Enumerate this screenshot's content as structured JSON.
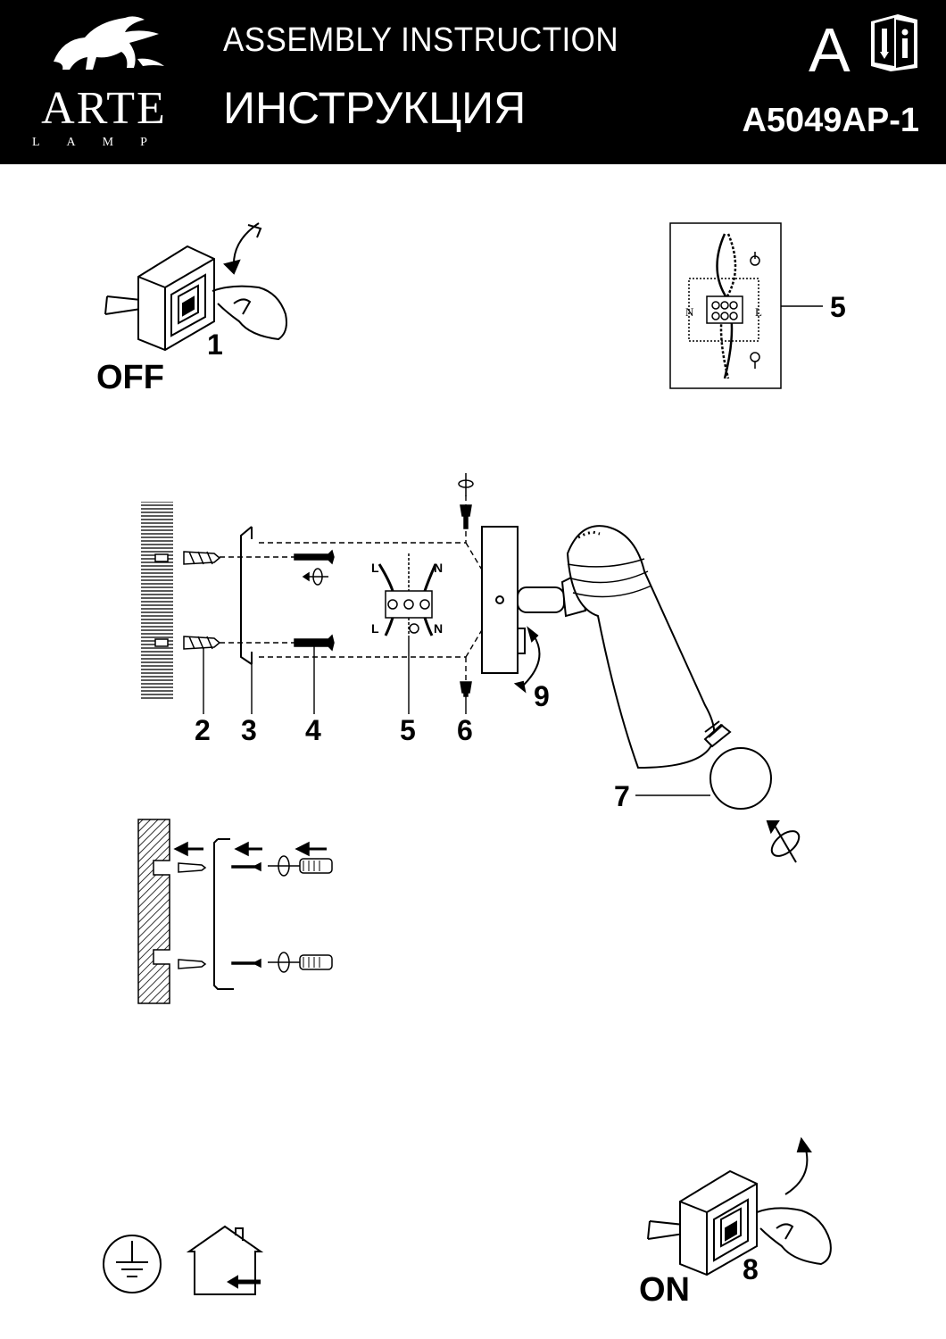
{
  "header": {
    "brand": "ARTE",
    "brand_sub": "LAMP",
    "title_en": "ASSEMBLY INSTRUCTION",
    "title_ru": "ИНСТРУКЦИЯ",
    "language": "A",
    "model": "A5049AP-1",
    "icons": [
      "lion-logo-icon",
      "instruction-book-icon"
    ]
  },
  "steps": {
    "off_number": "1",
    "off_label": "OFF",
    "on_number": "8",
    "on_label": "ON",
    "wiring_number": "5"
  },
  "parts": [
    "2",
    "3",
    "4",
    "5",
    "6",
    "7",
    "9"
  ],
  "wiring": {
    "neutral": "N",
    "live": "L"
  },
  "footer_icons": [
    "ground-symbol-icon",
    "indoor-use-icon"
  ],
  "colors": {
    "header_bg": "#000000",
    "line": "#000000",
    "paper": "#ffffff"
  }
}
